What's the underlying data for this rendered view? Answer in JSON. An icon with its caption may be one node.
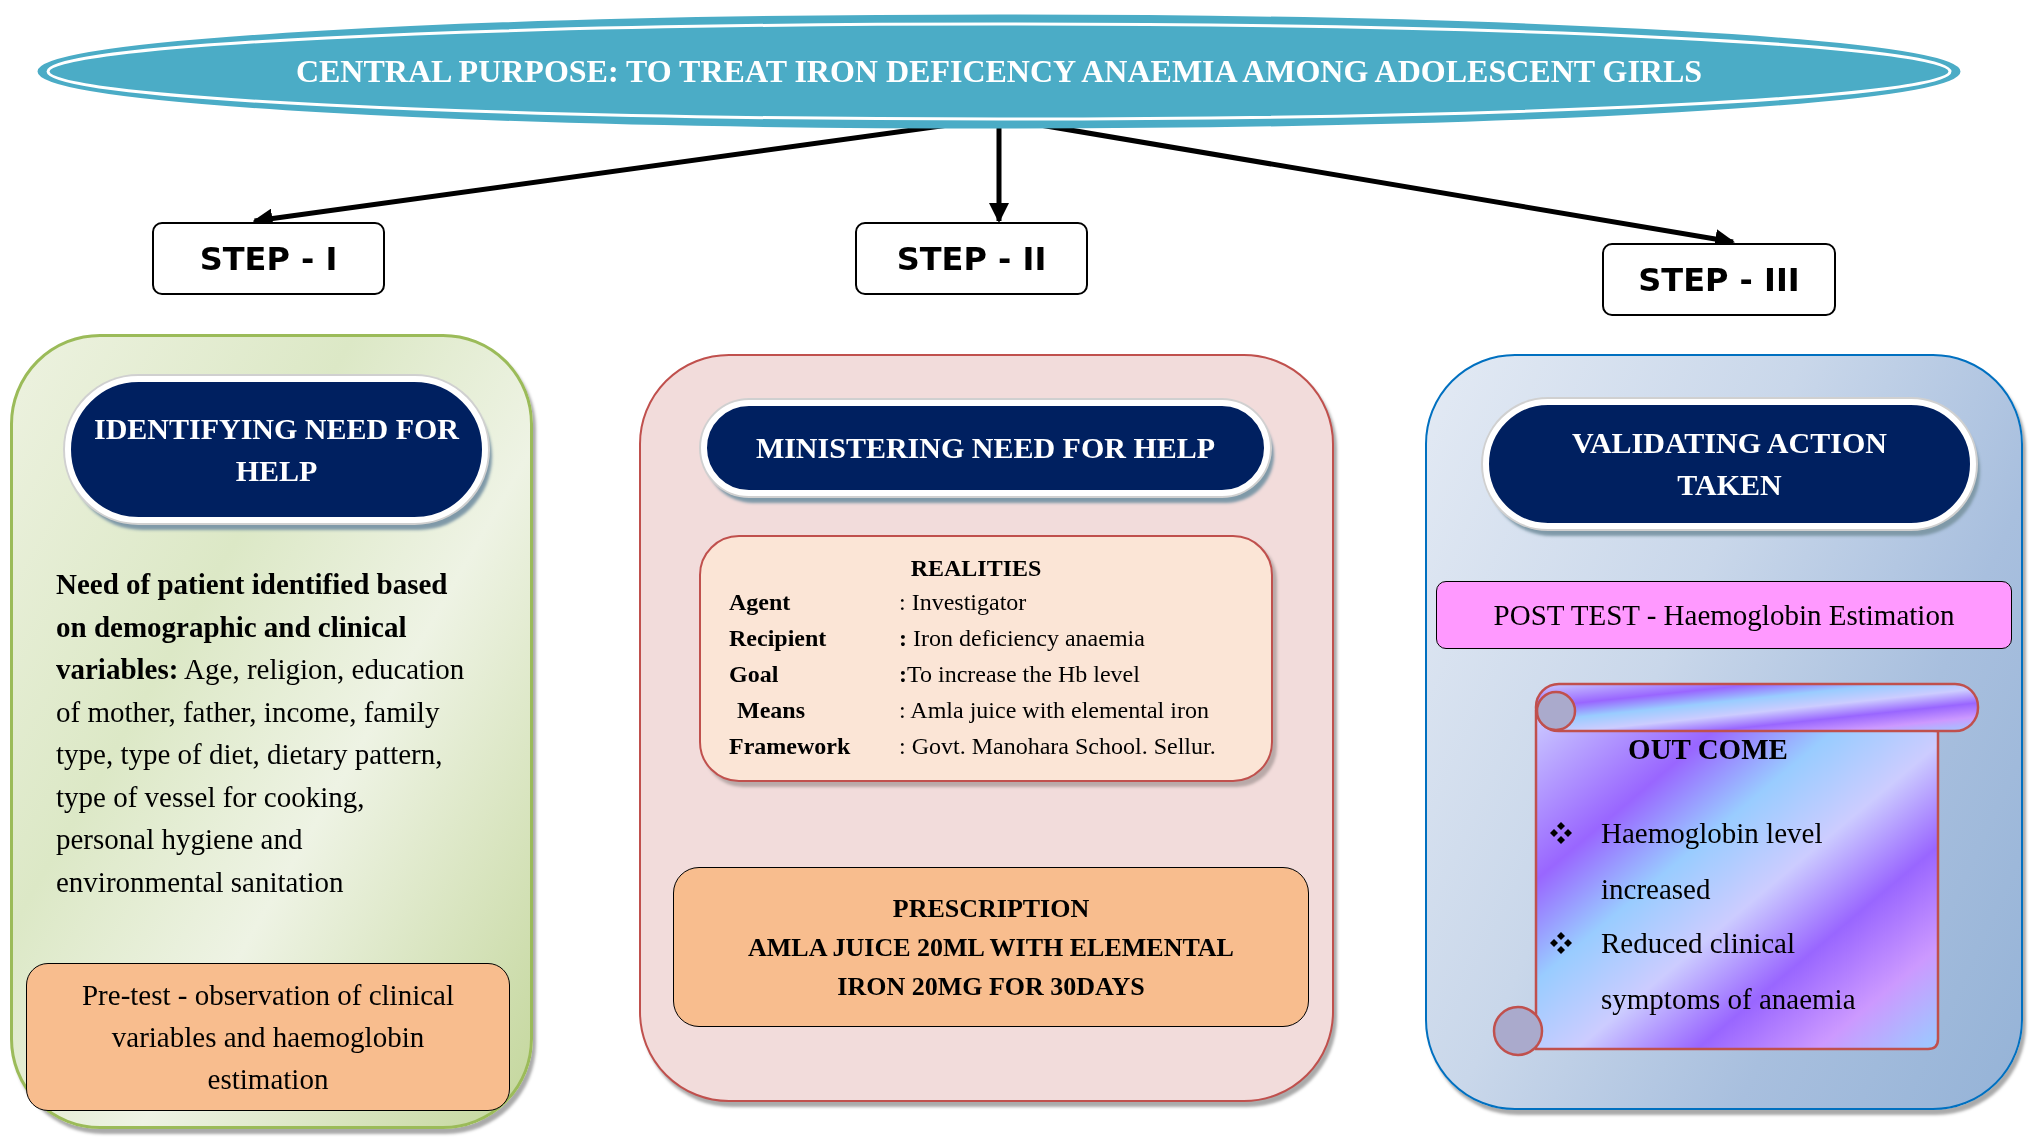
{
  "diagram": {
    "nodes": [
      {
        "text": [
          "CENTRAL PURPOSE: TO TREAT  IRON DEFICENCY ANAEMIA AMONG ADOLESCENT GIRLS"
        ]
      },
      {
        "text": [
          "STEP - I"
        ]
      },
      {
        "text": [
          "STEP - II"
        ]
      },
      {
        "text": [
          "STEP - III"
        ]
      },
      {
        "text": [
          "**Need of patient identified based on demographic and clinical variables:** Age, religion, education of mother, father, income,  family  type, type of diet, dietary pattern, type of vessel for cooking, personal hygiene and environmental sanitation"
        ]
      },
      {
        "text": [
          "IDENTIFYING  NEED FOR HELP"
        ],
        "in": 4
      },
      {
        "text": [
          "Pre-test  - observation of clinical variables and haemoglobin estimation"
        ],
        "in": 4
      },
      {
        "text": [],
        "shape": "box"
      },
      {
        "text": [
          "MINISTERING NEED FOR HELP"
        ],
        "in": 7
      },
      {
        "text": [
          "REALITIES",
          "Agent",
          ": Investigator",
          "Recipient",
          "**:** Iron deficiency anaemia",
          "Goal",
          "**:**To increase the Hb level",
          "Means",
          ": Amla juice with elemental iron",
          "Framework",
          ": Govt. Manohara School. Sellur."
        ],
        "in": 7
      },
      {
        "text": [
          "PRESCRIPTION",
          "AMLA JUICE 20ML WITH ELEMENTAL IRON 20MG FOR 30DAYS"
        ],
        "in": 7
      },
      {
        "text": [],
        "shape": "box"
      },
      {
        "text": [
          "VALIDATING ACTION TAKEN"
        ],
        "in": 11
      },
      {
        "text": [
          "POST TEST - Haemoglobin Estimation"
        ],
        "in": 11
      },
      {
        "text": [
          "OUT COME",
          "Haemoglobin level increased",
          "Reduced clinical symptoms of anaemia"
        ],
        "in": 11
      }
    ],
    "edges": [
      {
        "from": 0,
        "to": 1,
        "arrow": "to"
      },
      {
        "from": 0,
        "to": 2,
        "arrow": "to"
      },
      {
        "from": 0,
        "to": 3,
        "arrow": "to"
      }
    ]
  }
}
